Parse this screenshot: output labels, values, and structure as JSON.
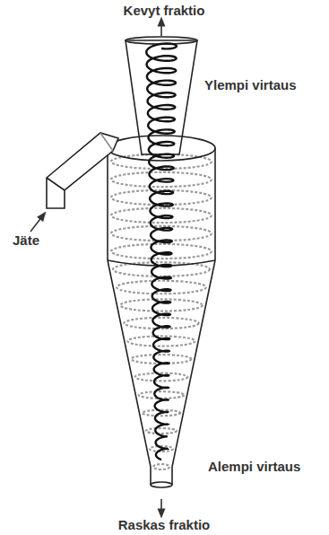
{
  "diagram": {
    "labels": [
      "Kevyt fraktio",
      "Ylempi virtaus",
      "Jäte",
      "Alempi virtaus",
      "Raskas fraktio"
    ]
  }
}
